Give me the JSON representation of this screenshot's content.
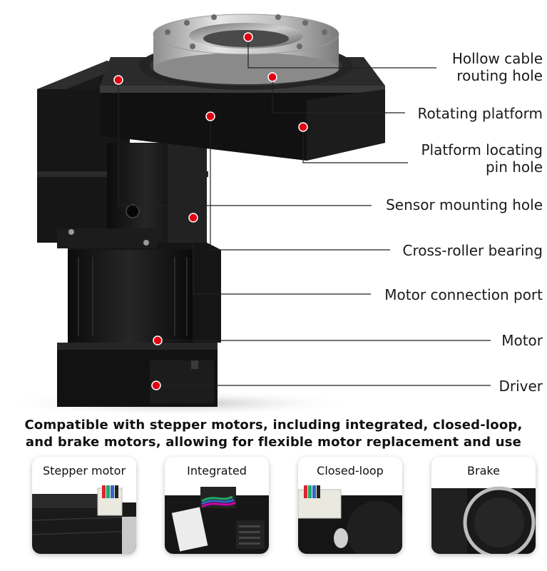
{
  "callouts": [
    {
      "lines": [
        "Hollow cable",
        "routing hole"
      ]
    },
    {
      "lines": [
        "Rotating platform"
      ]
    },
    {
      "lines": [
        "Platform locating",
        "pin hole"
      ]
    },
    {
      "lines": [
        "Sensor mounting hole"
      ]
    },
    {
      "lines": [
        "Cross-roller bearing"
      ]
    },
    {
      "lines": [
        "Motor connection port"
      ]
    },
    {
      "lines": [
        "Motor"
      ]
    },
    {
      "lines": [
        "Driver"
      ]
    }
  ],
  "tagline": {
    "line1": "Compatible with stepper motors, including integrated, closed-loop,",
    "line2": "and brake motors, allowing for flexible motor replacement and use"
  },
  "motor_types": [
    {
      "label": "Stepper motor"
    },
    {
      "label": "Integrated"
    },
    {
      "label": "Closed-loop"
    },
    {
      "label": "Brake"
    }
  ],
  "colors": {
    "marker": "#e00012",
    "leader_line": "#222222",
    "body": "#141414"
  }
}
